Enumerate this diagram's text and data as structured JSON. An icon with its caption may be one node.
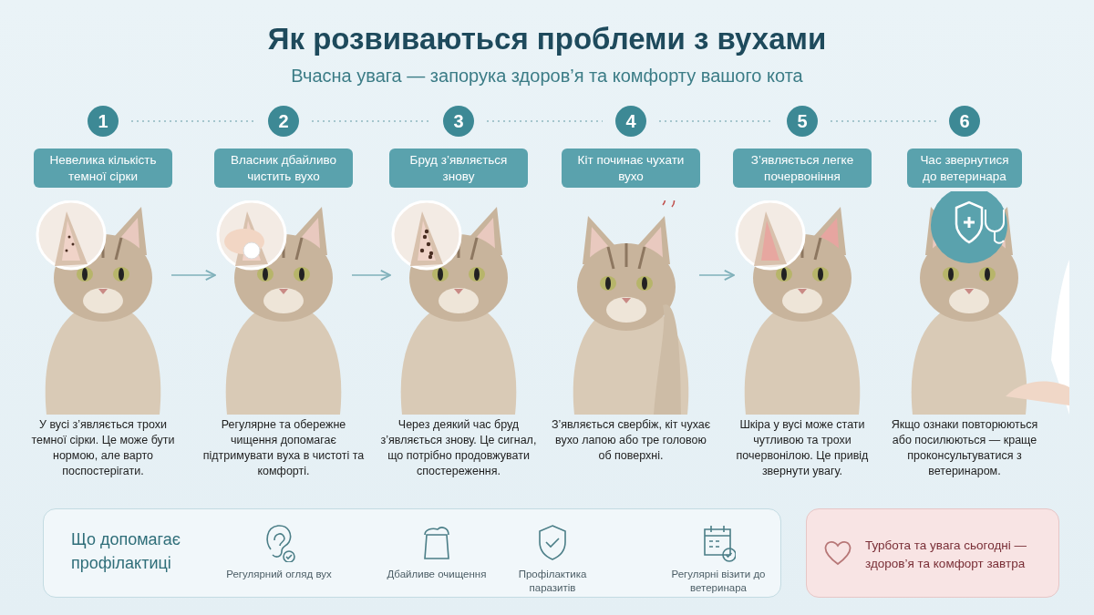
{
  "diagram": {
    "title": "Як розвиваються проблеми з вухами",
    "caption": "Вчасна увага — запорука здоров’я та комфорту вашого кота",
    "nodes": [
      {
        "text": [
          "1"
        ]
      },
      {
        "text": [
          "2"
        ]
      },
      {
        "text": [
          "3"
        ]
      },
      {
        "text": [
          "4"
        ]
      },
      {
        "text": [
          "5"
        ]
      },
      {
        "text": [
          "6"
        ]
      },
      {
        "text": [
          "Невелика кількість темної сірки"
        ]
      },
      {
        "text": [
          "Власник дбайливо чистить вухо"
        ]
      },
      {
        "text": [
          "Бруд з’являється знову"
        ]
      },
      {
        "text": [
          "Кіт починає чухати вухо"
        ]
      },
      {
        "text": [
          "З’являється легке почервоніння"
        ]
      },
      {
        "text": [
          "Час звернутися до ветеринара"
        ]
      },
      {
        "text": [],
        "shape": "picture",
        "beside": [
          "У вусі з’являється трохи темної сірки. Це може бути нормою, але варто поспостерігати."
        ]
      },
      {
        "text": [],
        "shape": "picture",
        "beside": [
          "Регулярне та обережне чищення допомагає підтримувати вуха в чистоті та комфорті."
        ]
      },
      {
        "text": [],
        "shape": "picture",
        "beside": [
          "Через деякий час бруд з’являється знову. Це сигнал, що потрібно продовжувати спостереження."
        ]
      },
      {
        "text": [],
        "shape": "picture",
        "beside": [
          "З’являється свербіж, кіт чухає вухо лапою або тре головою об поверхні."
        ]
      },
      {
        "text": [],
        "shape": "picture",
        "beside": [
          "Шкіра у вусі може стати чутливою та трохи почервонілою. Це привід звернути увагу."
        ]
      },
      {
        "text": [],
        "shape": "picture",
        "beside": [
          "Якщо ознаки повторюються або посилюються — краще проконсультуватися з ветеринаром."
        ]
      },
      {
        "text": [
          "Що допомагає профілактиці"
        ]
      },
      {
        "text": [
          "Регулярний огляд вух"
        ],
        "in": 18
      },
      {
        "text": [
          "Дбайливе очищення"
        ],
        "in": 18
      },
      {
        "text": [
          "Профілактика паразитів"
        ],
        "in": 18
      },
      {
        "text": [
          "Регулярні візити до ветеринара"
        ],
        "in": 18
      },
      {
        "text": [
          "Турбота та увага сьогодні — здоров’я та комфорт завтра"
        ]
      }
    ],
    "edges": [
      {
        "from": 0,
        "to": 1,
        "arrow": "none",
        "style": "dashed"
      },
      {
        "from": 1,
        "to": 2,
        "arrow": "none",
        "style": "dashed"
      },
      {
        "from": 2,
        "to": 3,
        "arrow": "none",
        "style": "dashed"
      },
      {
        "from": 3,
        "to": 4,
        "arrow": "none",
        "style": "dashed"
      },
      {
        "from": 4,
        "to": 5,
        "arrow": "none",
        "style": "dashed"
      },
      {
        "from": 12,
        "to": 13,
        "arrow": "to"
      },
      {
        "from": 13,
        "to": 14,
        "arrow": "to"
      },
      {
        "from": 15,
        "to": 16,
        "arrow": "to"
      }
    ]
  }
}
